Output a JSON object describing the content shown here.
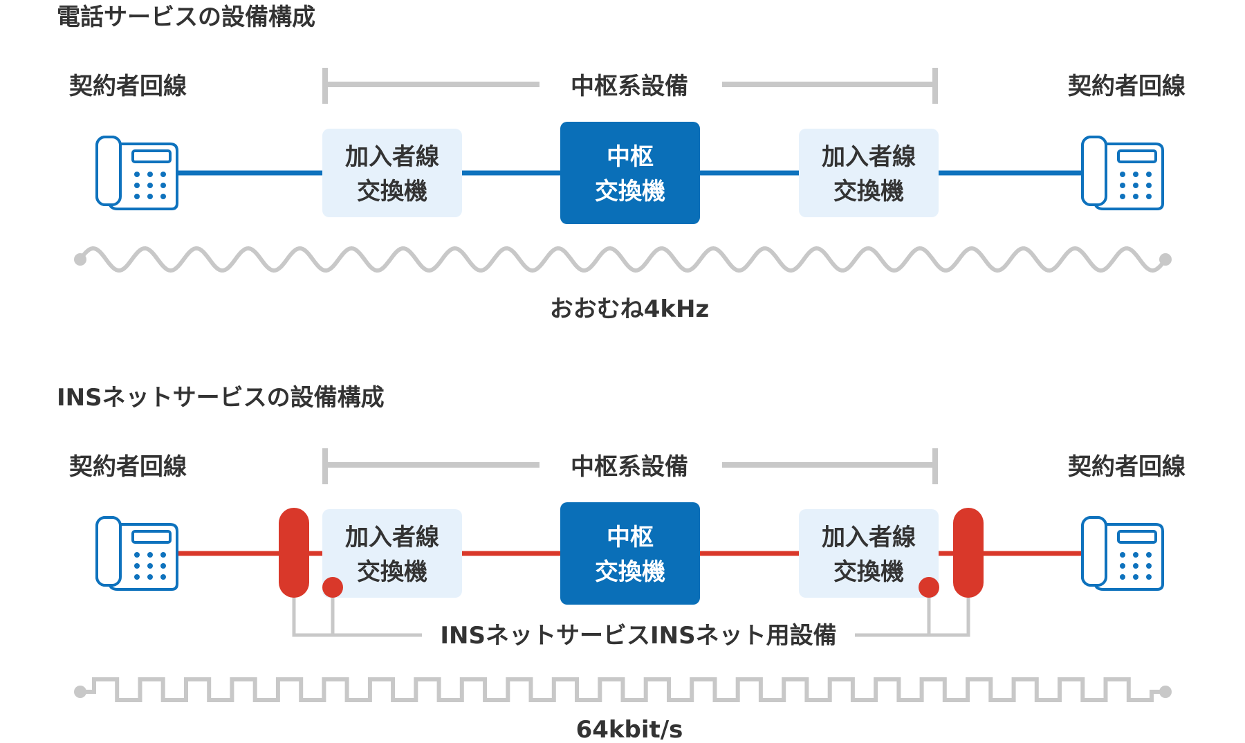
{
  "section1": {
    "title": "電話サービスの設備構成",
    "left_label": "契約者回線",
    "right_label": "契約者回線",
    "trunk_label": "中枢系設備",
    "left_switch": [
      "加入者線",
      "交換機"
    ],
    "center_switch": [
      "中枢",
      "交換機"
    ],
    "right_switch": [
      "加入者線",
      "交換機"
    ],
    "signal_label": "おおむね4kHz"
  },
  "section2": {
    "title": "INSネットサービスの設備構成",
    "left_label": "契約者回線",
    "right_label": "契約者回線",
    "trunk_label": "中枢系設備",
    "left_switch": [
      "加入者線",
      "交換機"
    ],
    "center_switch": [
      "中枢",
      "交換機"
    ],
    "right_switch": [
      "加入者線",
      "交換機"
    ],
    "equipment_label": "INSネットサービスINSネット用設備",
    "signal_label": "64kbit/s"
  },
  "colors": {
    "blue": "#0e72bd",
    "dark_blue": "#0a6fb8",
    "light_box": "#e6f1fb",
    "red": "#d9382a",
    "gray": "#c8c8c8",
    "text": "#333333"
  },
  "icons": {
    "phone": "telephone-icon",
    "analog_wave": "sine-wave",
    "digital_wave": "square-wave"
  }
}
